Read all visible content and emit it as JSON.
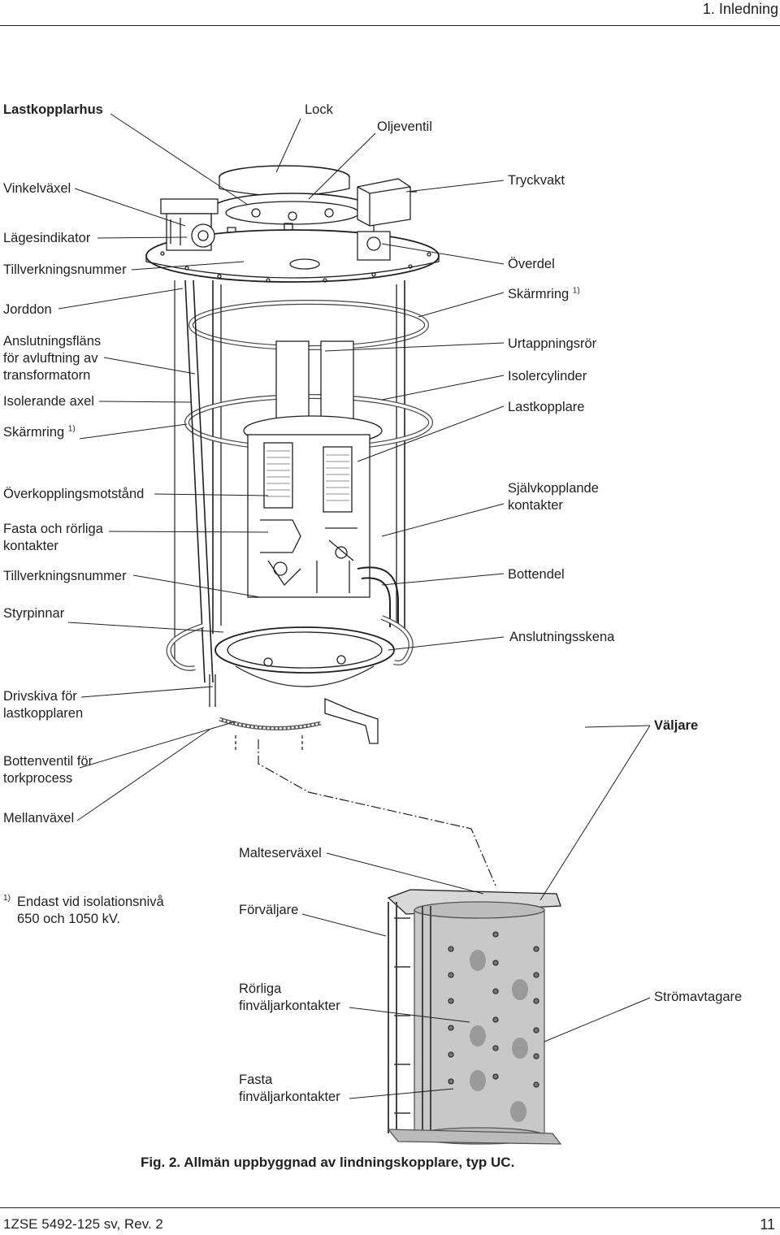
{
  "header": {
    "section": "1. Inledning"
  },
  "footer": {
    "doc_id": "1ZSE 5492-125 sv, Rev. 2",
    "page": "11"
  },
  "figure": {
    "caption": "Fig. 2. Allmän uppbyggnad av lindningskopplare, typ UC."
  },
  "footnote": {
    "marker": "1)",
    "lines": [
      "Endast vid isolationsnivå",
      "650 och 1050 kV."
    ]
  },
  "labels": {
    "lastkopplarhus": "Lastkopplarhus",
    "lock": "Lock",
    "oljeventil": "Oljeventil",
    "tryckvakt": "Tryckvakt",
    "vinkelvaxel": "Vinkelväxel",
    "lagesindikator": "Lägesindikator",
    "tillverkningsnummer_1": "Tillverkningsnummer",
    "overdel": "Överdel",
    "skarmring_top": "Skärmring",
    "jorddon": "Jorddon",
    "anslutningsflans": [
      "Anslutningsfläns",
      "för avluftning av",
      "transformatorn"
    ],
    "urtappningsror": "Urtappningsrör",
    "isolercylinder": "Isolercylinder",
    "isolerande_axel": "Isolerande axel",
    "lastkopplare": "Lastkopplare",
    "skarmring_left": "Skärmring",
    "overkopplingsmotstand": "Överkopplingsmotstånd",
    "sjalvkopplande": [
      "Självkopplande",
      "kontakter"
    ],
    "fasta_rorliga": [
      "Fasta och rörliga",
      "kontakter"
    ],
    "tillverkningsnummer_2": "Tillverkningsnummer",
    "bottendel": "Bottendel",
    "styrpinnar": "Styrpinnar",
    "anslutningsskena": "Anslutningsskena",
    "drivskiva": [
      "Drivskiva för",
      "lastkopplaren"
    ],
    "valjare": "Väljare",
    "bottenventil": [
      "Bottenventil för",
      "torkprocess"
    ],
    "mellanvaxel": "Mellanväxel",
    "malteservaxel": "Malteserväxel",
    "forvaljare": "Förväljare",
    "rorliga_fin": [
      "Rörliga",
      "finväljarkontakter"
    ],
    "stromavtagare": "Strömavtagare",
    "fasta_fin": [
      "Fasta",
      "finväljarkontakter"
    ],
    "footnote_ref": "1)"
  }
}
